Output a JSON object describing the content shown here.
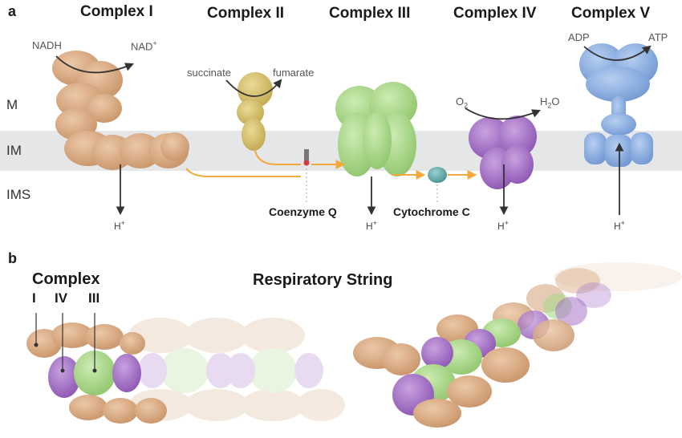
{
  "panel_a": {
    "letter": "a",
    "complex_titles": [
      "Complex I",
      "Complex II",
      "Complex III",
      "Complex IV",
      "Complex V"
    ],
    "regions": [
      "M",
      "IM",
      "IMS"
    ],
    "substrates": {
      "nadh": "NADH",
      "nad": "NAD",
      "nad_sup": "+",
      "succinate": "succinate",
      "fumarate": "fumarate",
      "o2": "O",
      "o2_sub": "2",
      "h2o_h": "H",
      "h2o_sub": "2",
      "h2o_o": "O",
      "adp": "ADP",
      "atp": "ATP"
    },
    "proton": "H",
    "proton_sup": "+",
    "carriers": {
      "coenzyme_q": "Coenzyme Q",
      "cytochrome_c": "Cytochrome C"
    }
  },
  "panel_b": {
    "letter": "b",
    "legend_title": "Complex",
    "legend_labels": [
      "I",
      "IV",
      "III"
    ],
    "title": "Respiratory String"
  },
  "colors": {
    "complex_i": "#d7a982",
    "complex_ii": "#d6bf6e",
    "complex_iii": "#a9d88a",
    "complex_iv": "#a774c9",
    "complex_v": "#8eb3e3",
    "cytochrome_c": "#5fa8a8",
    "membrane": "#e4e6e8",
    "electron_path": "#f4a93b"
  }
}
